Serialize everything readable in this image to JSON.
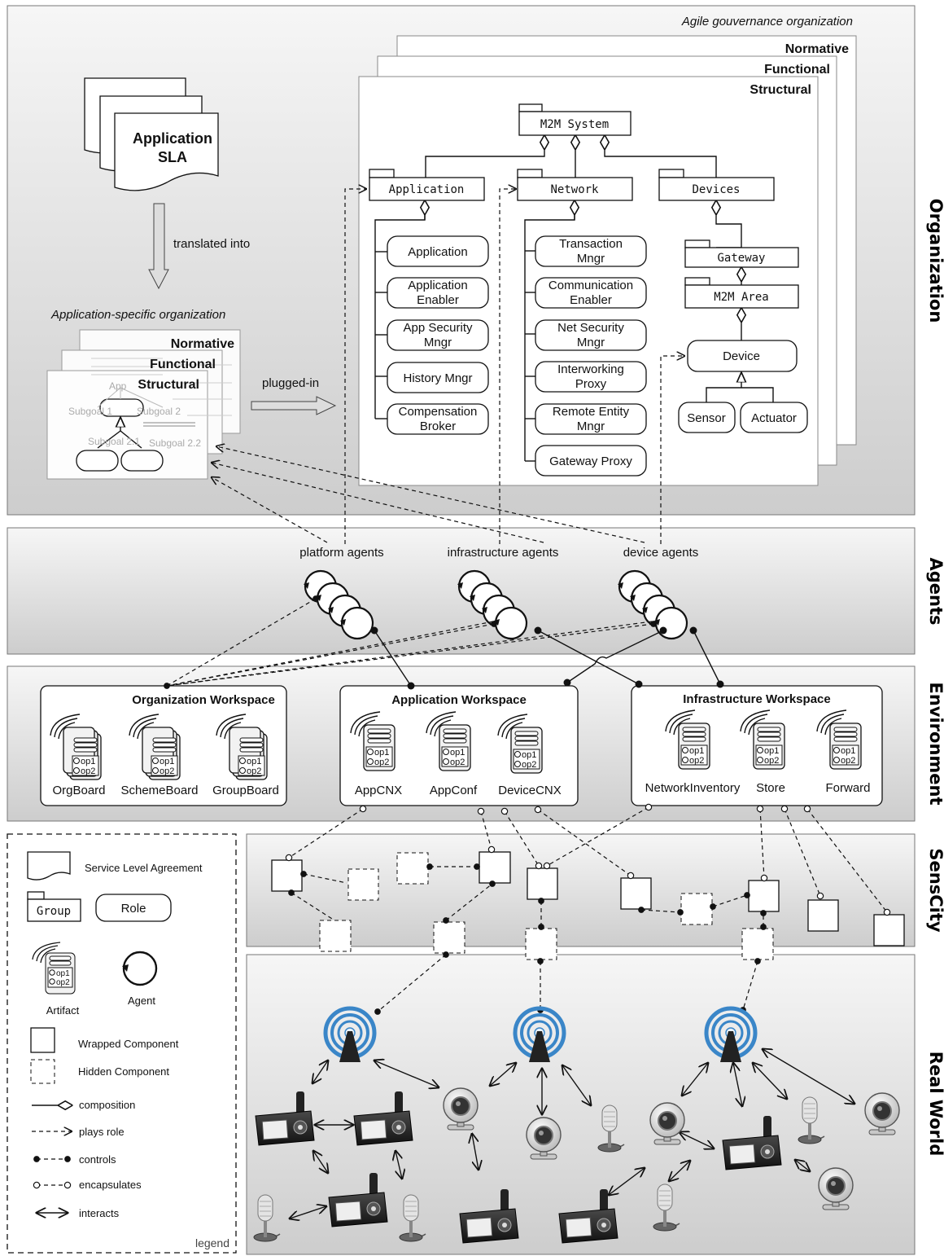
{
  "layers": {
    "organization": "Organization",
    "agents": "Agents",
    "environment": "Environment",
    "senscity": "SensCity",
    "realworld": "Real World"
  },
  "org": {
    "agile_title": "Agile gouvernance organization",
    "normative": "Normative",
    "functional": "Functional",
    "structural": "Structural",
    "sla_line1": "Application",
    "sla_line2": "SLA",
    "translated": "translated into",
    "app_specific": "Application-specific organization",
    "plugged": "plugged-in",
    "mini_app": "App",
    "mini_subgoal1": "Subgoal 1",
    "mini_subgoal2": "Subgoal 2",
    "mini_subgoal21": "Subgoal 2.1",
    "mini_subgoal22": "Subgoal 2.2",
    "m2m_system": "M2M System",
    "groups": {
      "application": "Application",
      "network": "Network",
      "devices": "Devices",
      "gateway": "Gateway",
      "m2m_area": "M2M Area"
    },
    "app_roles": [
      [
        "Application"
      ],
      [
        "Application",
        "Enabler"
      ],
      [
        "App Security",
        "Mngr"
      ],
      [
        "History Mngr"
      ],
      [
        "Compensation",
        "Broker"
      ]
    ],
    "net_roles": [
      [
        "Transaction",
        "Mngr"
      ],
      [
        "Communication",
        "Enabler"
      ],
      [
        "Net Security",
        "Mngr"
      ],
      [
        "Interworking",
        "Proxy"
      ],
      [
        "Remote Entity",
        "Mngr"
      ],
      [
        "Gateway Proxy"
      ]
    ],
    "device_role": "Device",
    "sensor": "Sensor",
    "actuator": "Actuator"
  },
  "agents": {
    "platform": "platform agents",
    "infrastructure": "infrastructure agents",
    "device": "device agents"
  },
  "environment": {
    "workspaces": [
      {
        "title": "Organization Workspace",
        "artifacts": [
          "OrgBoard",
          "SchemeBoard",
          "GroupBoard"
        ]
      },
      {
        "title": "Application Workspace",
        "artifacts": [
          "AppCNX",
          "AppConf",
          "DeviceCNX"
        ]
      },
      {
        "title": "Infrastructure Workspace",
        "artifacts": [
          "NetworkInventory",
          "Store",
          "Forward"
        ]
      }
    ],
    "op1": "op1",
    "op2": "op2"
  },
  "legend": {
    "sla": "Service Level Agreement",
    "group": "Group",
    "role": "Role",
    "artifact": "Artifact",
    "agent": "Agent",
    "wrapped": "Wrapped Component",
    "hidden": "Hidden Component",
    "composition": "composition",
    "plays_role": "plays role",
    "controls": "controls",
    "encapsulates": "encapsulates",
    "interacts": "interacts",
    "legend": "legend"
  },
  "colors": {
    "panel_top": "#f4f4f4",
    "panel_bottom": "#cfcfcf",
    "antenna_blue": "#3a86c8"
  },
  "icons": [
    "antenna-icon",
    "webcam-icon",
    "microphone-icon",
    "handheld-device-icon"
  ]
}
